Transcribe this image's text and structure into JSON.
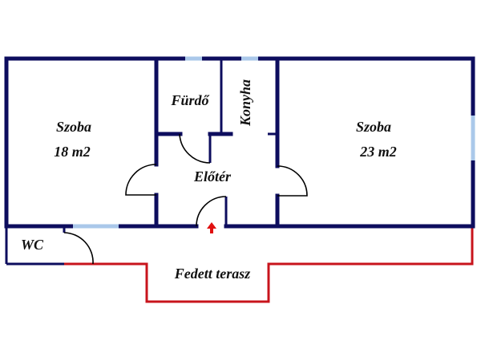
{
  "rooms": {
    "room_left": {
      "name": "Szoba",
      "area": "18 m2"
    },
    "room_right": {
      "name": "Szoba",
      "area": "23 m2"
    },
    "bathroom": "Fürdő",
    "kitchen": "Konyha",
    "hall": "Előtér",
    "wc": "WC",
    "terrace": "Fedett terasz"
  },
  "colors": {
    "wall": "#0d0d5e",
    "window": "#aac8ea",
    "terrace": "#c8141c",
    "entrance_arrow": "#e01010"
  }
}
